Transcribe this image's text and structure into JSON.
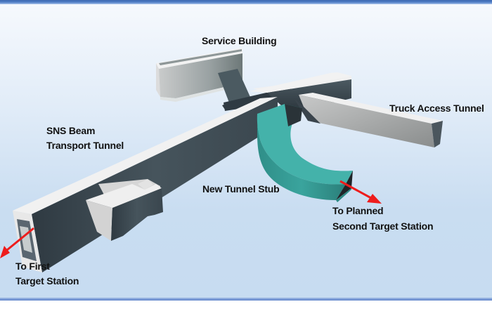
{
  "labels": {
    "service_building": "Service Building",
    "beam_tunnel_line1": "SNS Beam",
    "beam_tunnel_line2": "Transport Tunnel",
    "truck_tunnel": "Truck Access Tunnel",
    "new_stub": "New Tunnel Stub",
    "planned_line1": "To Planned",
    "planned_line2": "Second Target Station",
    "first_line1": "To First",
    "first_line2": "Target Station"
  },
  "colors": {
    "arrow": "#ee1c1c",
    "stub_teal": "#3fb0a8",
    "concrete_top": "#efefef",
    "concrete_side": "#3a444c",
    "frame_blue": "#4f7dc6"
  }
}
